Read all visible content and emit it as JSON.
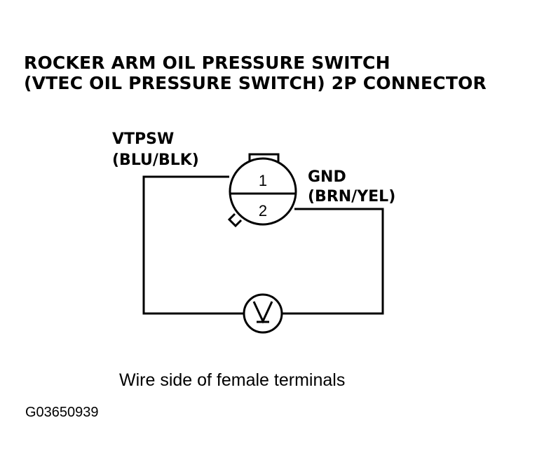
{
  "title": {
    "line1": "ROCKER ARM OIL PRESSURE SWITCH",
    "line2": "(VTEC OIL PRESSURE SWITCH) 2P CONNECTOR"
  },
  "terminals": [
    {
      "pin": "1",
      "name": "VTPSW",
      "wire_color": "(BLU/BLK)"
    },
    {
      "pin": "2",
      "name": "GND",
      "wire_color": "(BRN/YEL)"
    }
  ],
  "meter": {
    "icon": "voltmeter-icon"
  },
  "caption": "Wire side of female terminals",
  "figure_id": "G03650939"
}
